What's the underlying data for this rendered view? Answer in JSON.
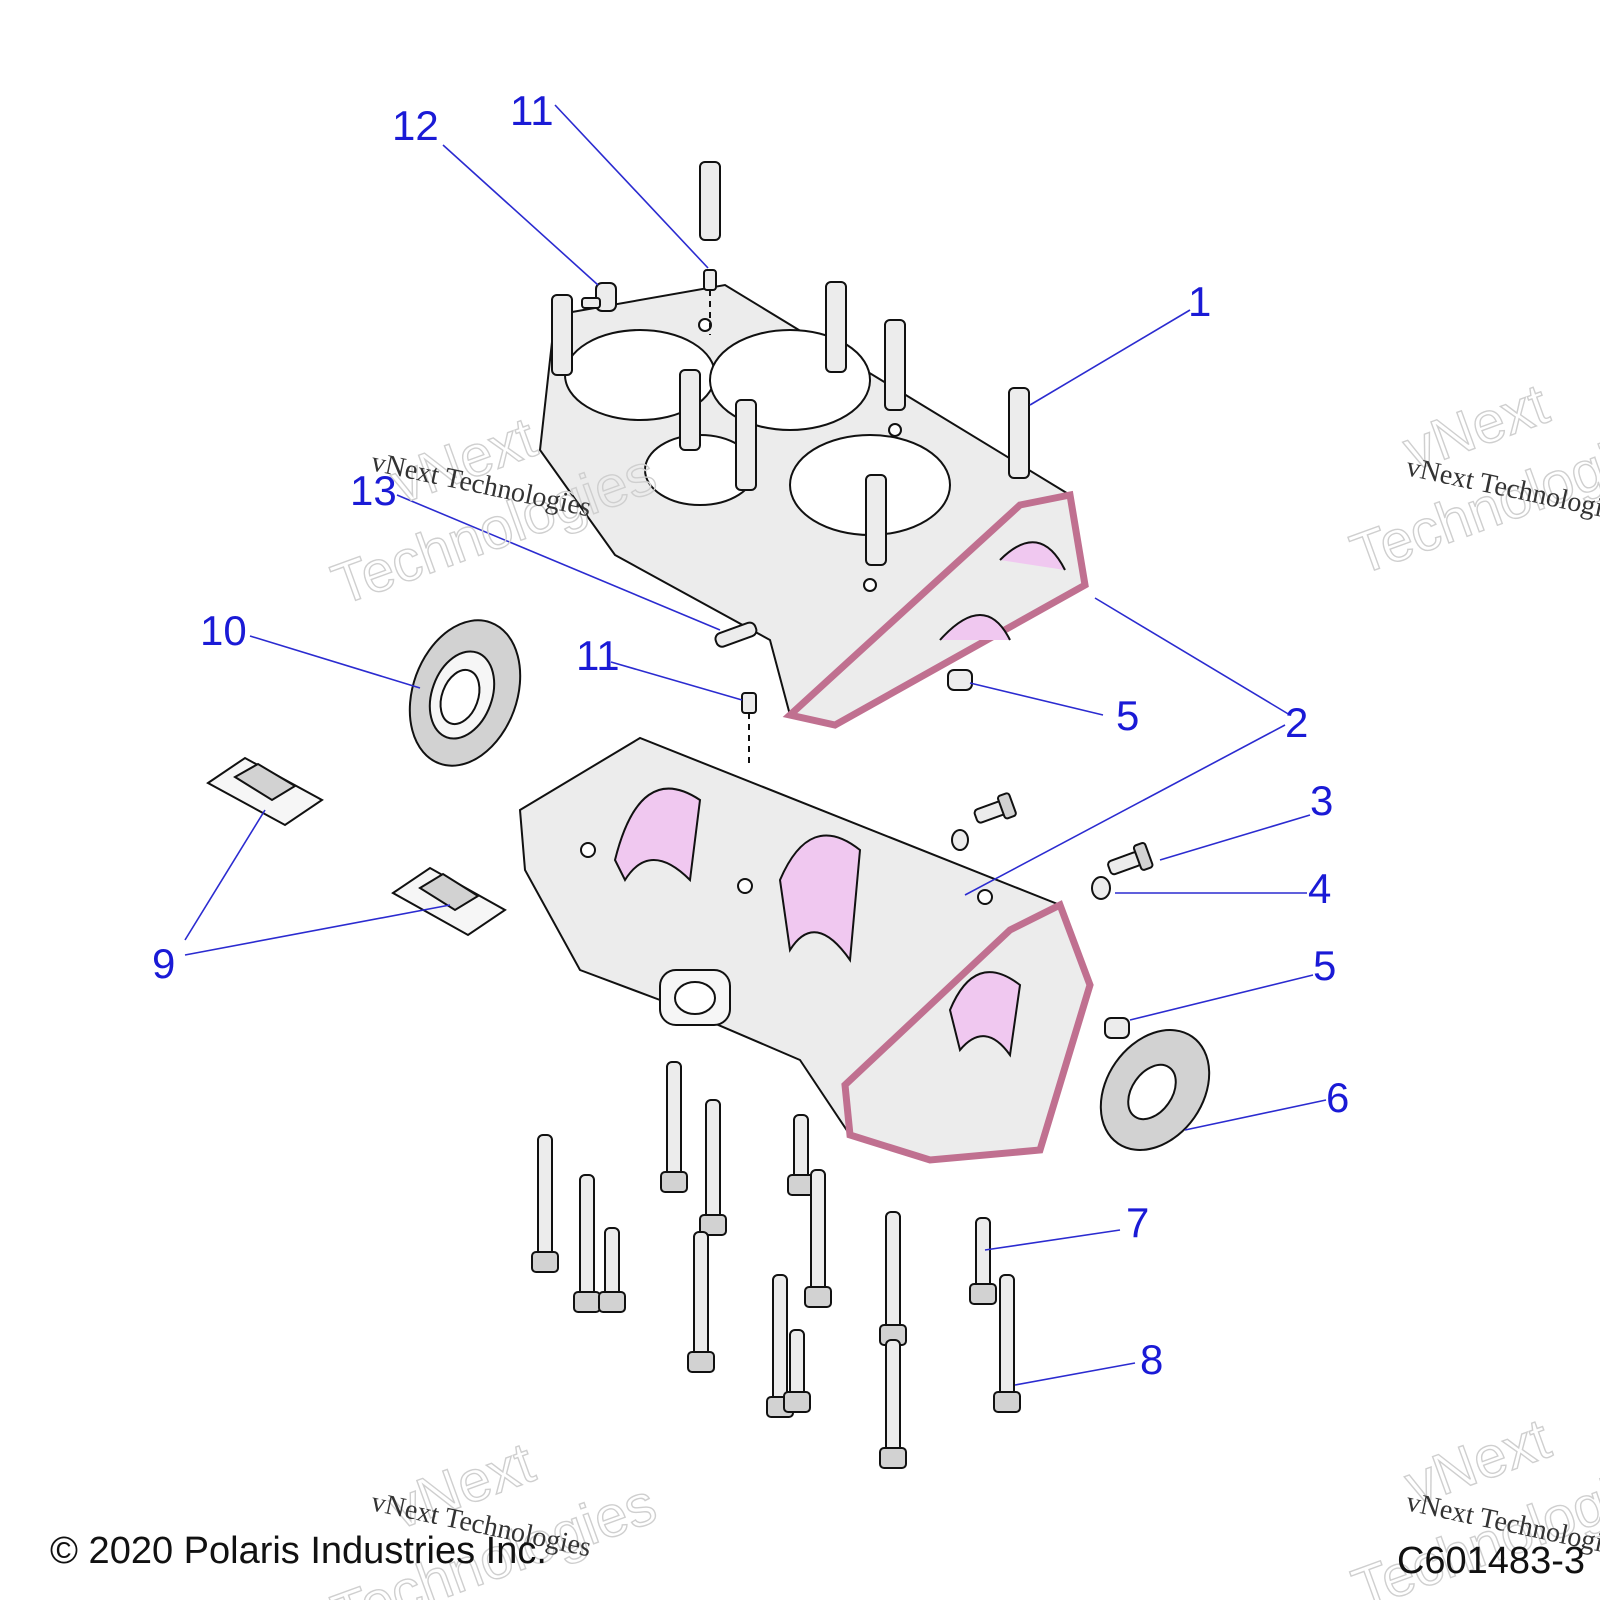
{
  "callouts": [
    "1",
    "2",
    "3",
    "4",
    "5",
    "6",
    "7",
    "8",
    "9",
    "10",
    "11",
    "12",
    "13"
  ],
  "watermark": {
    "big_line1": "vNext",
    "big_line2": "Technologies",
    "small": "vNext Technologies"
  },
  "footer": {
    "copyright": "© 2020 Polaris Industries Inc.",
    "code": "C601483-3"
  }
}
